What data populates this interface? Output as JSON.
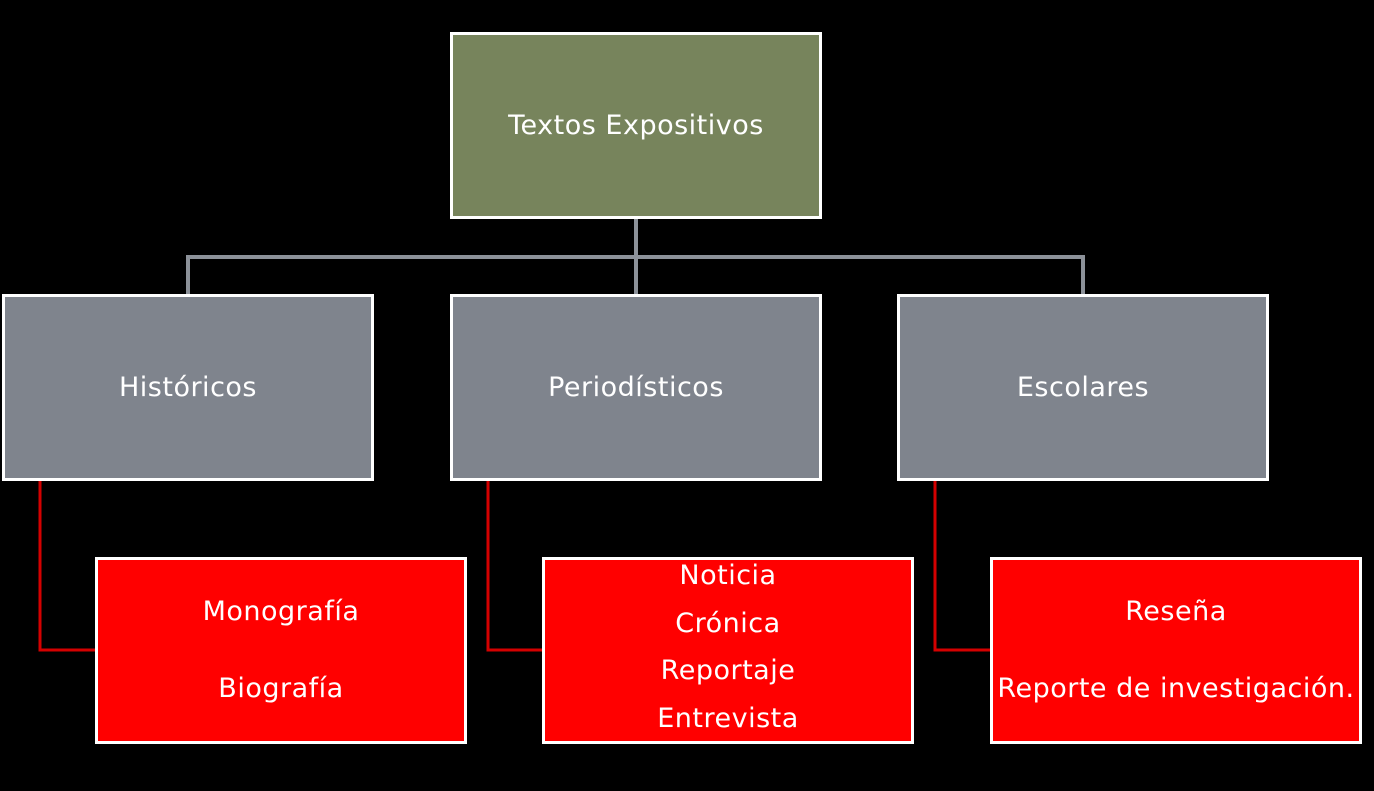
{
  "root": {
    "label": "Textos Expositivos"
  },
  "categories": [
    {
      "label": "Históricos",
      "items": [
        "Monografía",
        "Biografía"
      ]
    },
    {
      "label": "Periodísticos",
      "items": [
        "Noticia",
        "Crónica",
        "Reportaje",
        "Entrevista"
      ]
    },
    {
      "label": "Escolares",
      "items": [
        "Reseña",
        "Reporte de investigación."
      ]
    }
  ],
  "colors": {
    "background": "#000000",
    "root_fill": "#77845c",
    "category_fill": "#7f848d",
    "item_fill": "#ff0000",
    "border": "#ffffff",
    "tree_connector": "#8c9199",
    "item_connector": "#d40000"
  }
}
